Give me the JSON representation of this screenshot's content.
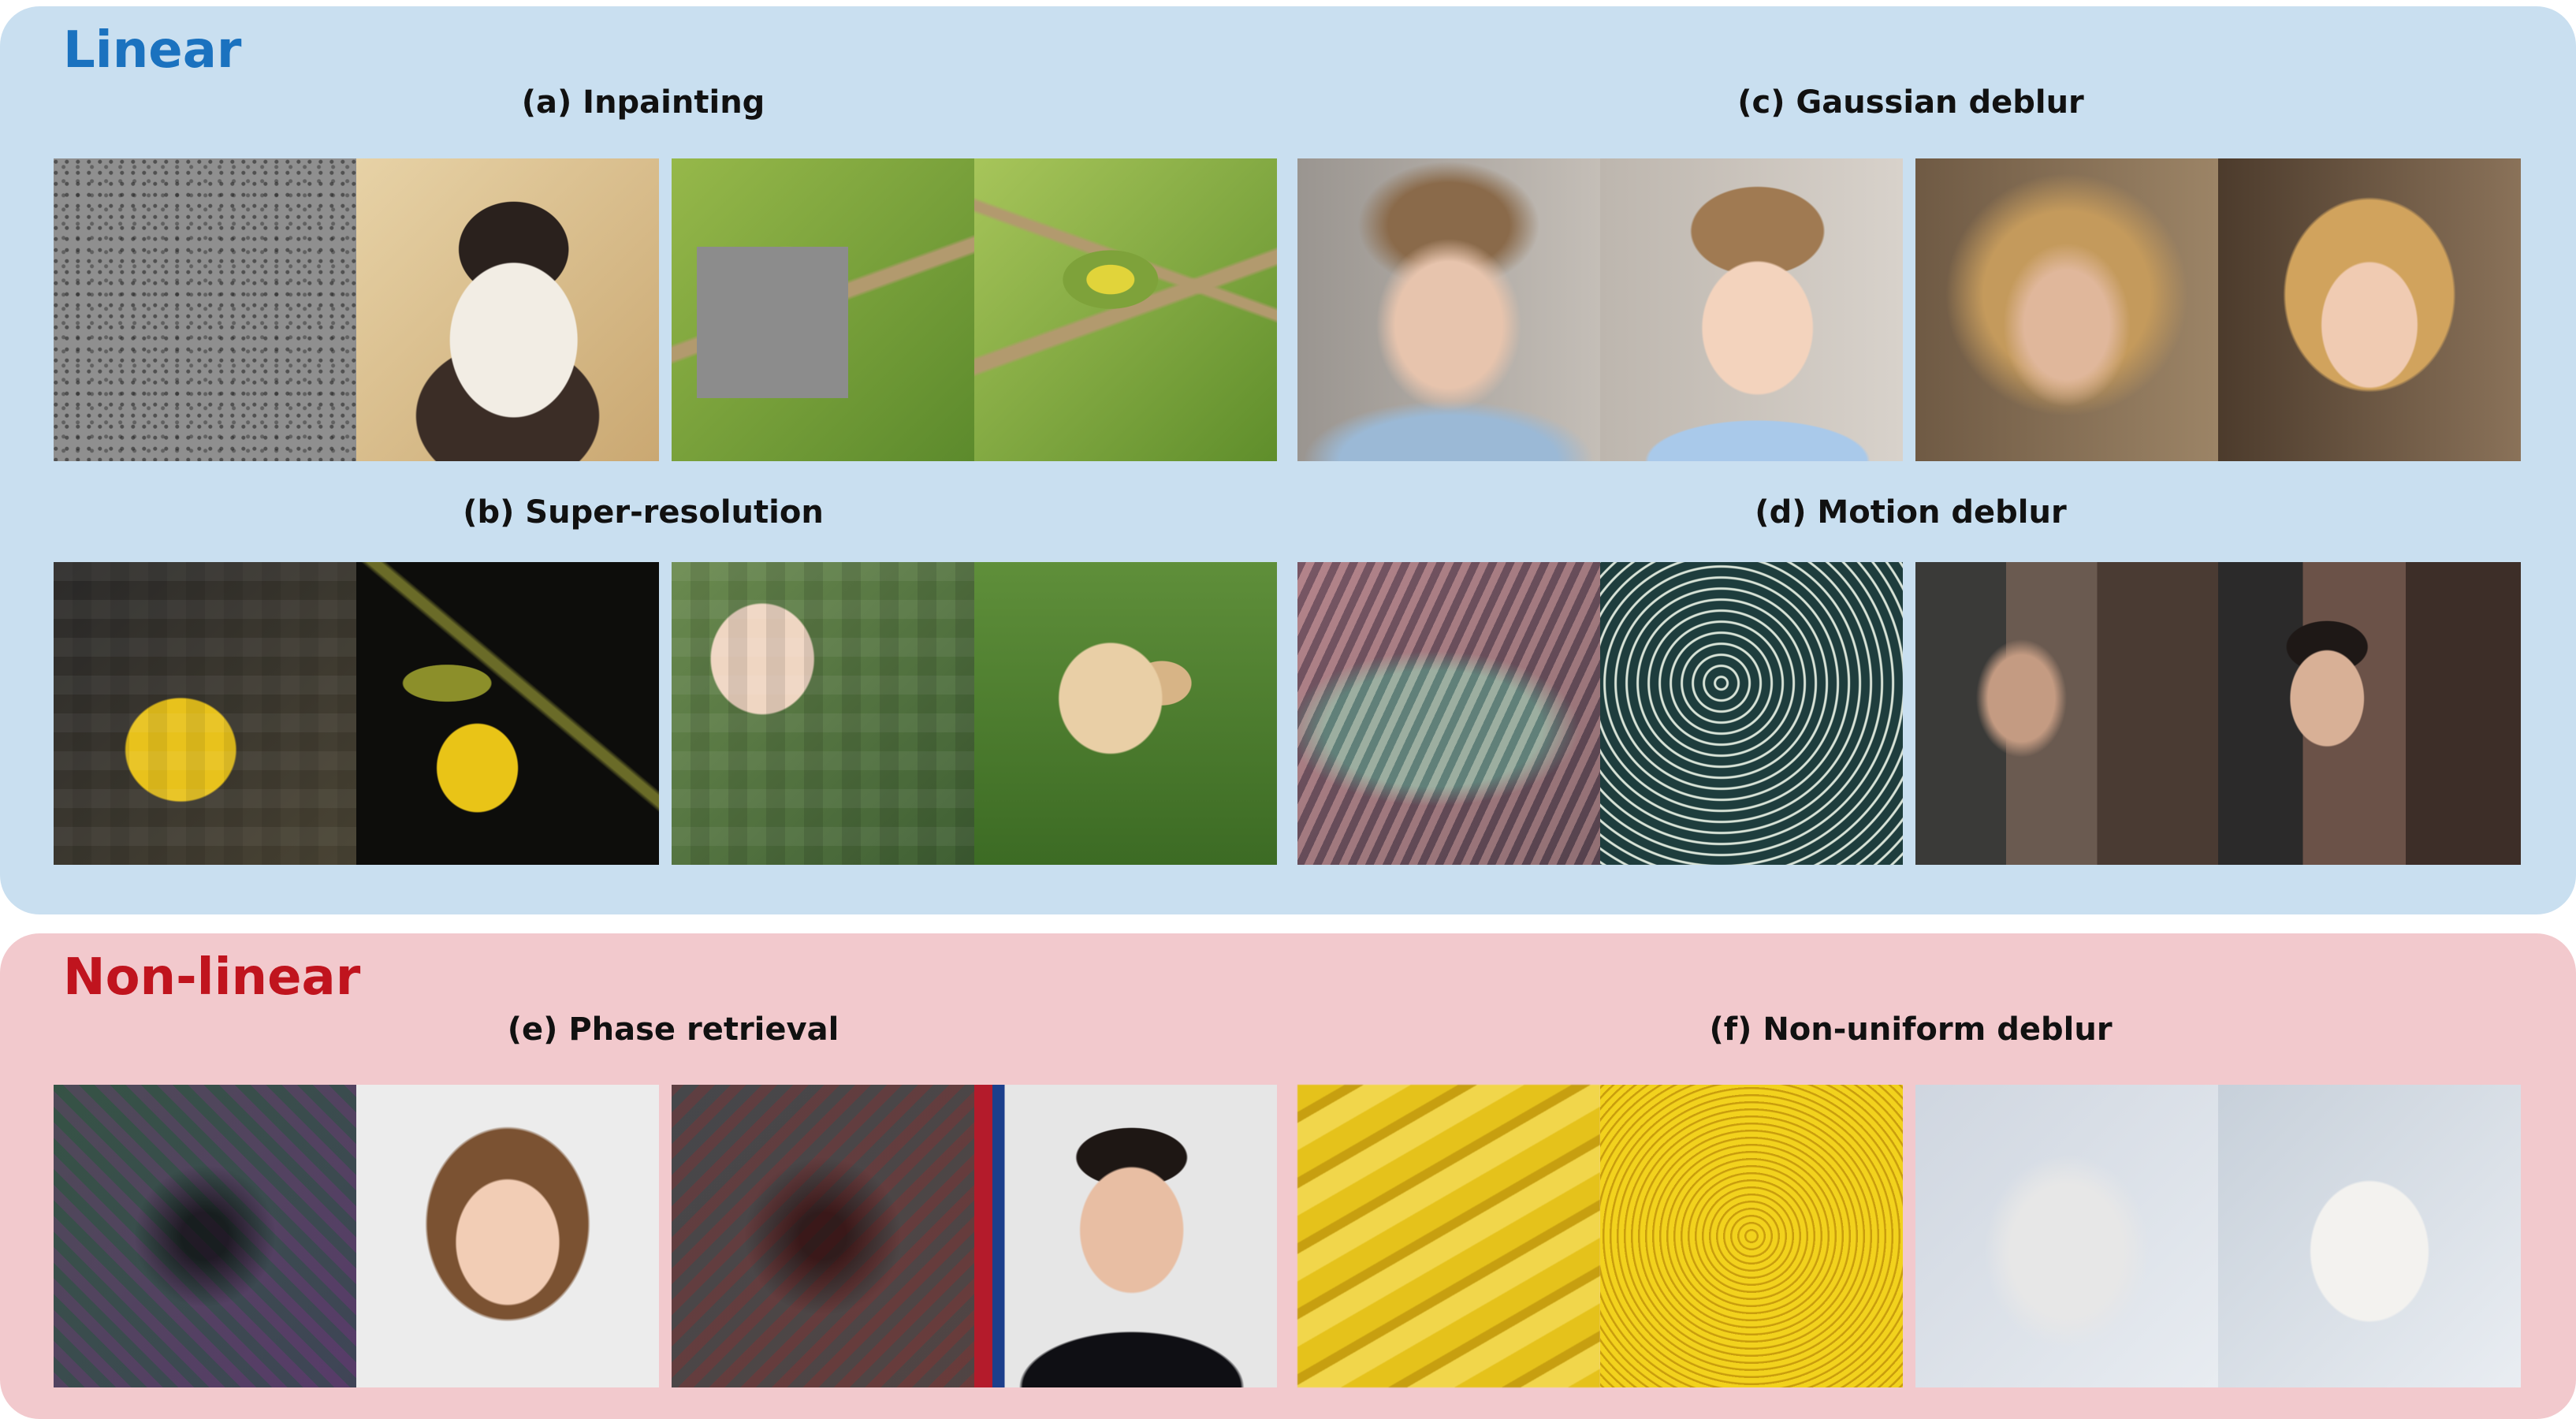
{
  "sections": {
    "linear": {
      "title": "Linear",
      "accent_color": "#1b72bf",
      "background": "#c9dff0"
    },
    "nonlinear": {
      "title": "Non-linear",
      "accent_color": "#c0141e",
      "background": "#f2c9cd"
    }
  },
  "tasks": {
    "a": {
      "title": "(a) Inpainting"
    },
    "b": {
      "title": "(b) Super-resolution"
    },
    "c": {
      "title": "(c) Gaussian deblur"
    },
    "d": {
      "title": "(d) Motion deblur"
    },
    "e": {
      "title": "(e) Phase retrieval"
    },
    "f": {
      "title": "(f) Non-uniform deblur"
    }
  }
}
